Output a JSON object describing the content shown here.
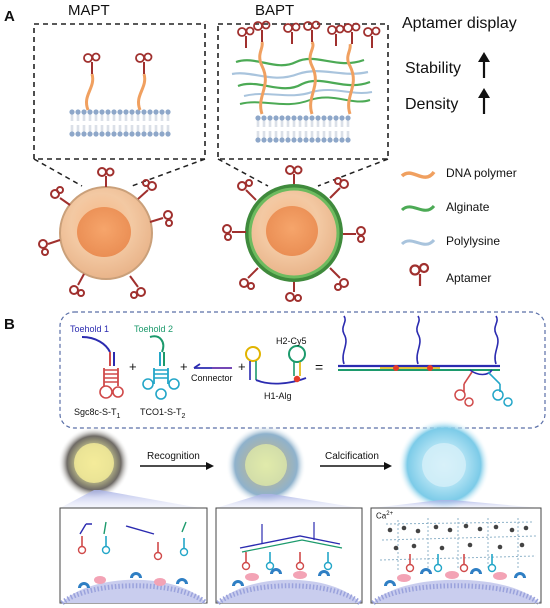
{
  "panel_a": {
    "letter": "A",
    "left_title": "MAPT",
    "right_title": "BAPT",
    "display_heading": "Aptamer display",
    "stability": "Stability",
    "density": "Density",
    "legend": [
      {
        "label": "DNA polymer",
        "color": "#f0a060"
      },
      {
        "label": "Alginate",
        "color": "#4caa55"
      },
      {
        "label": "Polylysine",
        "color": "#a9c4dd"
      },
      {
        "label": "Aptamer",
        "color": "#a0302e"
      }
    ]
  },
  "panel_b": {
    "letter": "B",
    "toehold1": "Toehold 1",
    "toehold2": "Toehold 2",
    "sgc": "Sgc8c-S-T",
    "sgc_sub": "1",
    "tco": "TCO1-S-T",
    "tco_sub": "2",
    "connector": "Connector",
    "h2": "H2-Cy5",
    "h1": "H1-Alg",
    "plus": "+",
    "equals": "=",
    "recognition": "Recognition",
    "calcification": "Calcification",
    "calcium": "Ca",
    "calcium_sup": "2+"
  },
  "colors": {
    "toehold1": "#2b2bb0",
    "toehold2": "#1c9a6c",
    "aptamer_red": "#d04a4a",
    "aptamer_cyan": "#23a6c8",
    "membrane": "#b7bde6"
  }
}
